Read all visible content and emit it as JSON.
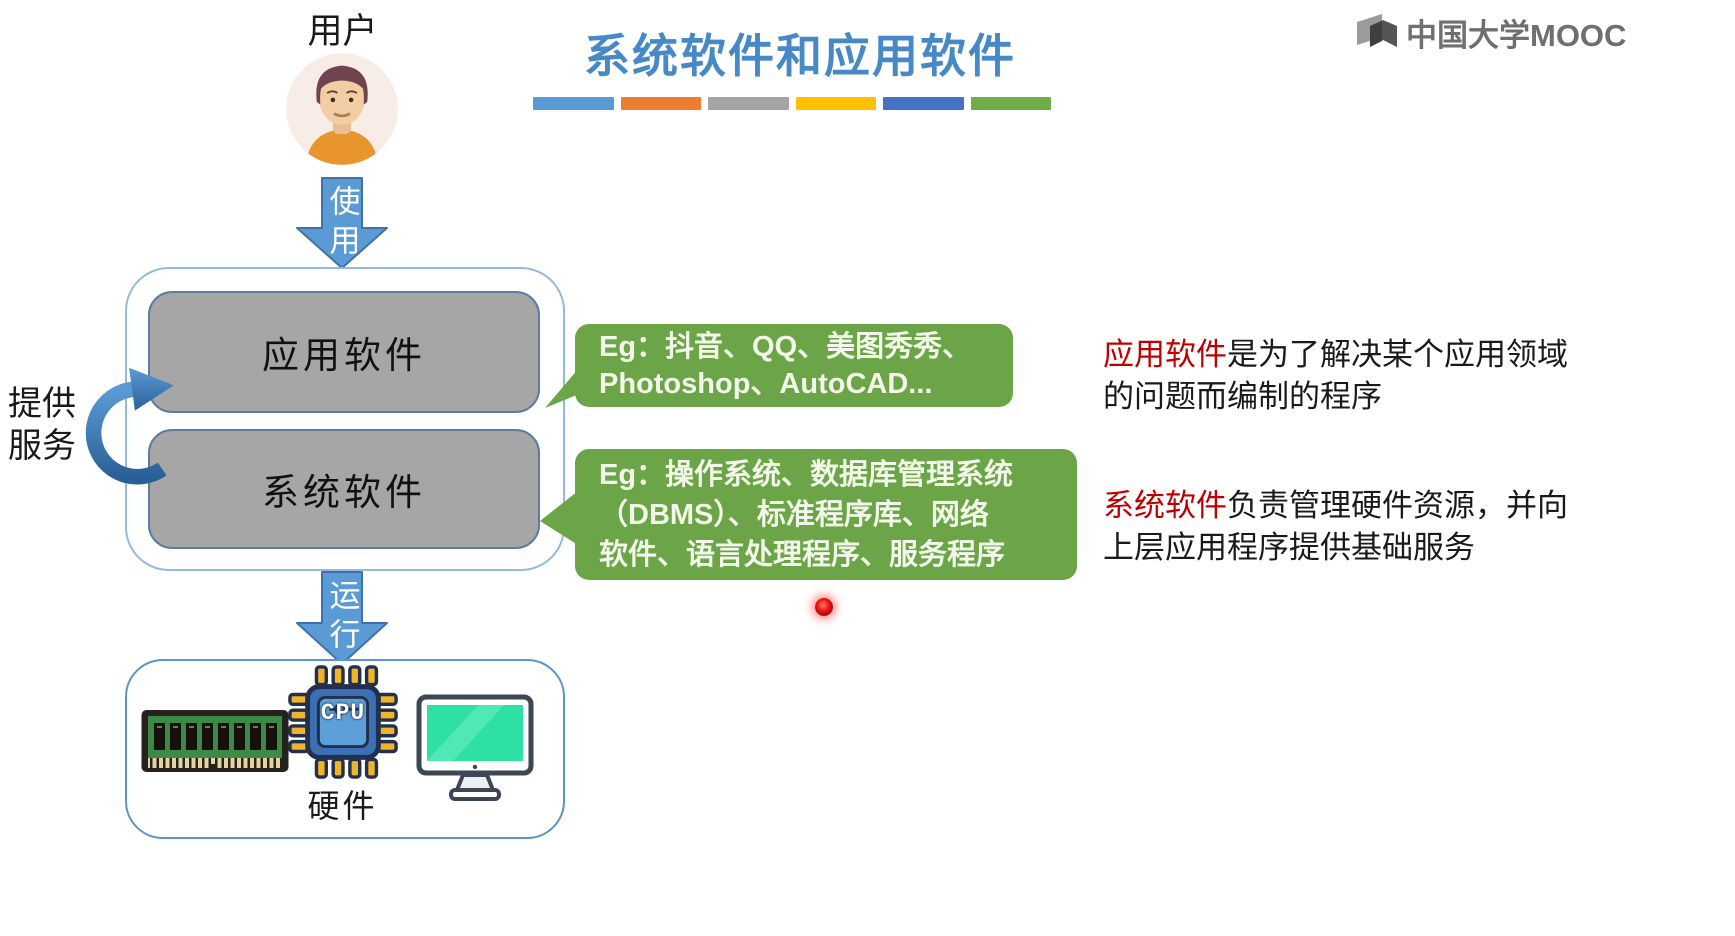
{
  "logo": {
    "text": "中国大学MOOC"
  },
  "title": {
    "text": "系统软件和应用软件"
  },
  "divider_bars": {
    "colors": [
      "#5b9bd5",
      "#ed7d31",
      "#a5a5a5",
      "#ffc000",
      "#4472c4",
      "#70ad47"
    ]
  },
  "user": {
    "label": "用户"
  },
  "flow": {
    "use_arrow_label": "使用",
    "run_arrow_label": "运行",
    "provide_service_label": "提供服务"
  },
  "software_stack": {
    "application_box_label": "应用软件",
    "system_box_label": "系统软件"
  },
  "callouts": {
    "application_examples": {
      "lines": [
        "Eg：抖音、QQ、美图秀秀、",
        "Photoshop、AutoCAD..."
      ]
    },
    "system_examples": {
      "lines": [
        "Eg：操作系统、数据库管理系统",
        "（DBMS）、标准程序库、网络",
        "软件、语言处理程序、服务程序"
      ]
    }
  },
  "notes": {
    "application": {
      "term": "应用软件",
      "description": "是为了解决某个应用领域的问题而编制的程序"
    },
    "system": {
      "term": "系统软件",
      "description": "负责管理硬件资源，并向上层应用程序提供基础服务"
    }
  },
  "hardware": {
    "label": "硬件",
    "cpu_label": "CPU"
  },
  "colors": {
    "title_blue": "#4788c7",
    "arrow_blue": "#5b9bd5",
    "callout_green": "#6ba547",
    "term_red": "#c00000",
    "box_gray": "#a6a6a6"
  }
}
